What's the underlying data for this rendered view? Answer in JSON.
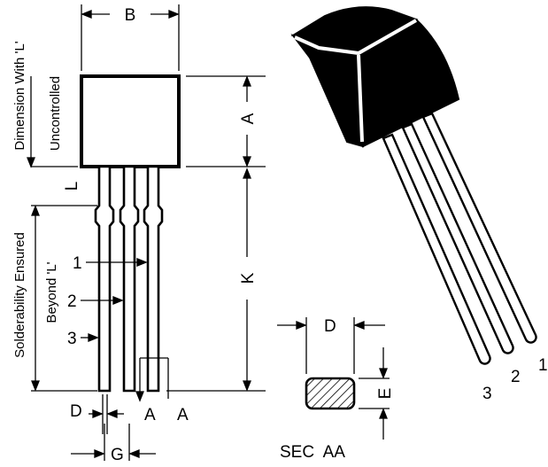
{
  "dimension_labels": {
    "B": "B",
    "A": "A",
    "K": "K",
    "L": "L",
    "D_left": "D",
    "G": "G",
    "D_section": "D",
    "E": "E",
    "section_A_left": "A",
    "section_A_right": "A"
  },
  "notes": {
    "dimension_with_L_line1": "Dimension With 'L'",
    "dimension_with_L_line2": "Uncontrolled",
    "solderability_line1": "Solderability Ensured",
    "solderability_line2": "Beyond 'L'"
  },
  "pin_callouts": [
    "1",
    "2",
    "3"
  ],
  "perspective_pin_labels": {
    "pin1": "1",
    "pin2": "2",
    "pin3": "3"
  },
  "section_title": "SEC  AA"
}
